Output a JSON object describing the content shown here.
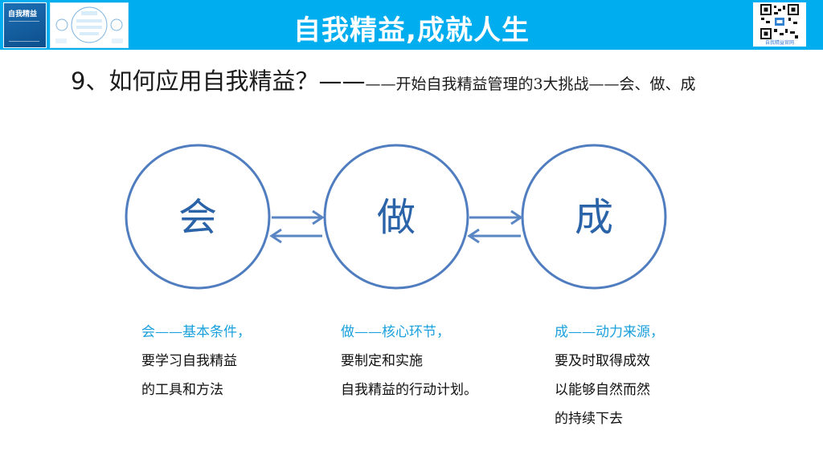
{
  "header": {
    "title": "自我精益,成就人生",
    "book_title": "自我精益",
    "qr_caption": "自我精益官网"
  },
  "subtitle": {
    "main": "9、如何应用自我精益？——",
    "rest": "——开始自我精益管理的3大挑战——会、做、成"
  },
  "circles": [
    {
      "label": "会"
    },
    {
      "label": "做"
    },
    {
      "label": "成"
    }
  ],
  "colors": {
    "header_bg": "#00aeef",
    "circle_stroke": "#4f7dbf",
    "circle_text": "#2a63a8",
    "arrow": "#5a86c4",
    "caption_lead": "#1aa0dc"
  },
  "captions": [
    {
      "lead": "会——基本条件，",
      "lines": [
        "要学习自我精益",
        "的工具和方法"
      ]
    },
    {
      "lead": "做——核心环节，",
      "lines": [
        "要制定和实施",
        "自我精益的行动计划。"
      ]
    },
    {
      "lead": "成——动力来源，",
      "lines": [
        "要及时取得成效",
        "以能够自然而然",
        "的持续下去"
      ]
    }
  ]
}
